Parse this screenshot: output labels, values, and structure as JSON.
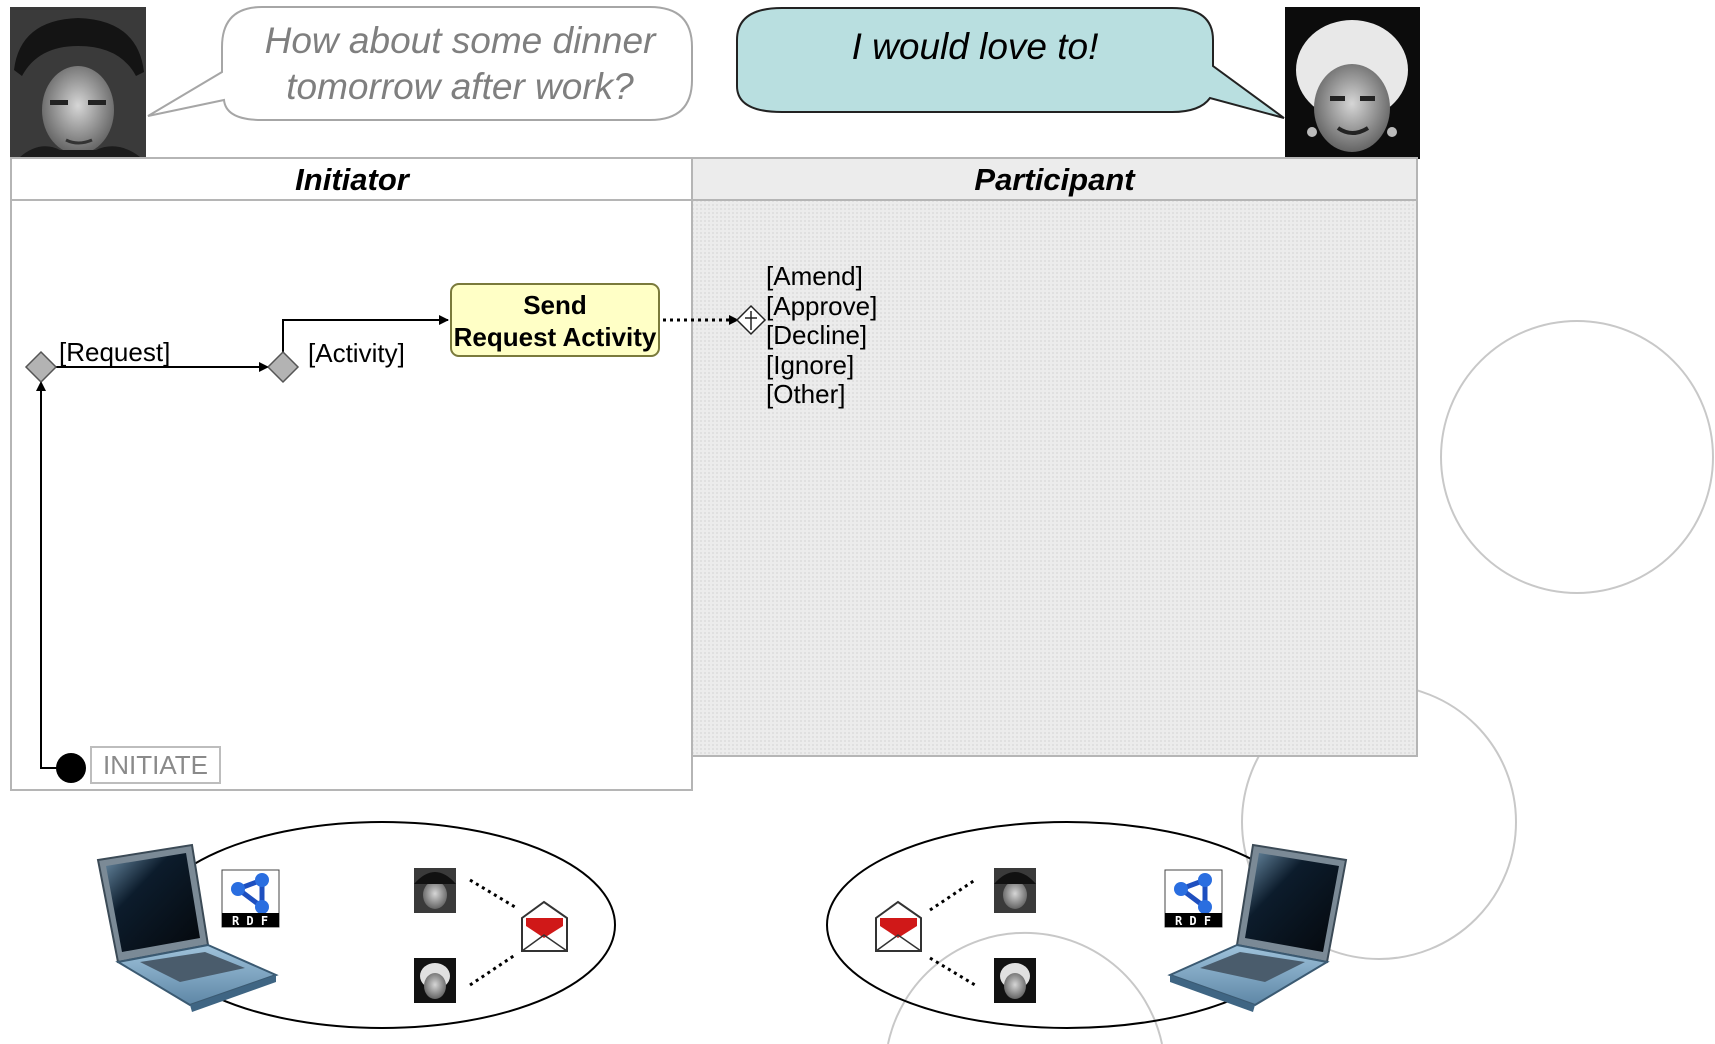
{
  "speech": {
    "initiator_line1": "How about some dinner",
    "initiator_line2": "tomorrow after work?",
    "participant": "I would love to!"
  },
  "lanes": {
    "initiator": "Initiator",
    "participant": "Participant"
  },
  "flow": {
    "request_label": "[Request]",
    "activity_label": "[Activity]",
    "send_line1": "Send",
    "send_line2": "Request Activity",
    "initiate_label": "INITIATE",
    "responses": [
      "[Amend]",
      "[Approve]",
      "[Decline]",
      "[Ignore]",
      "[Other]"
    ]
  },
  "rdf_badge": {
    "left": "R D F",
    "right": "R D F"
  },
  "colors": {
    "send_box_fill": "#ffffc6",
    "participant_bubble_fill": "#b9dfe0",
    "participant_lane_fill": "#e6e6e6",
    "envelope_accent": "#d01818"
  },
  "icons": [
    "person-man-photo",
    "person-woman-photo",
    "laptop-icon",
    "rdf-icon",
    "envelope-icon"
  ]
}
